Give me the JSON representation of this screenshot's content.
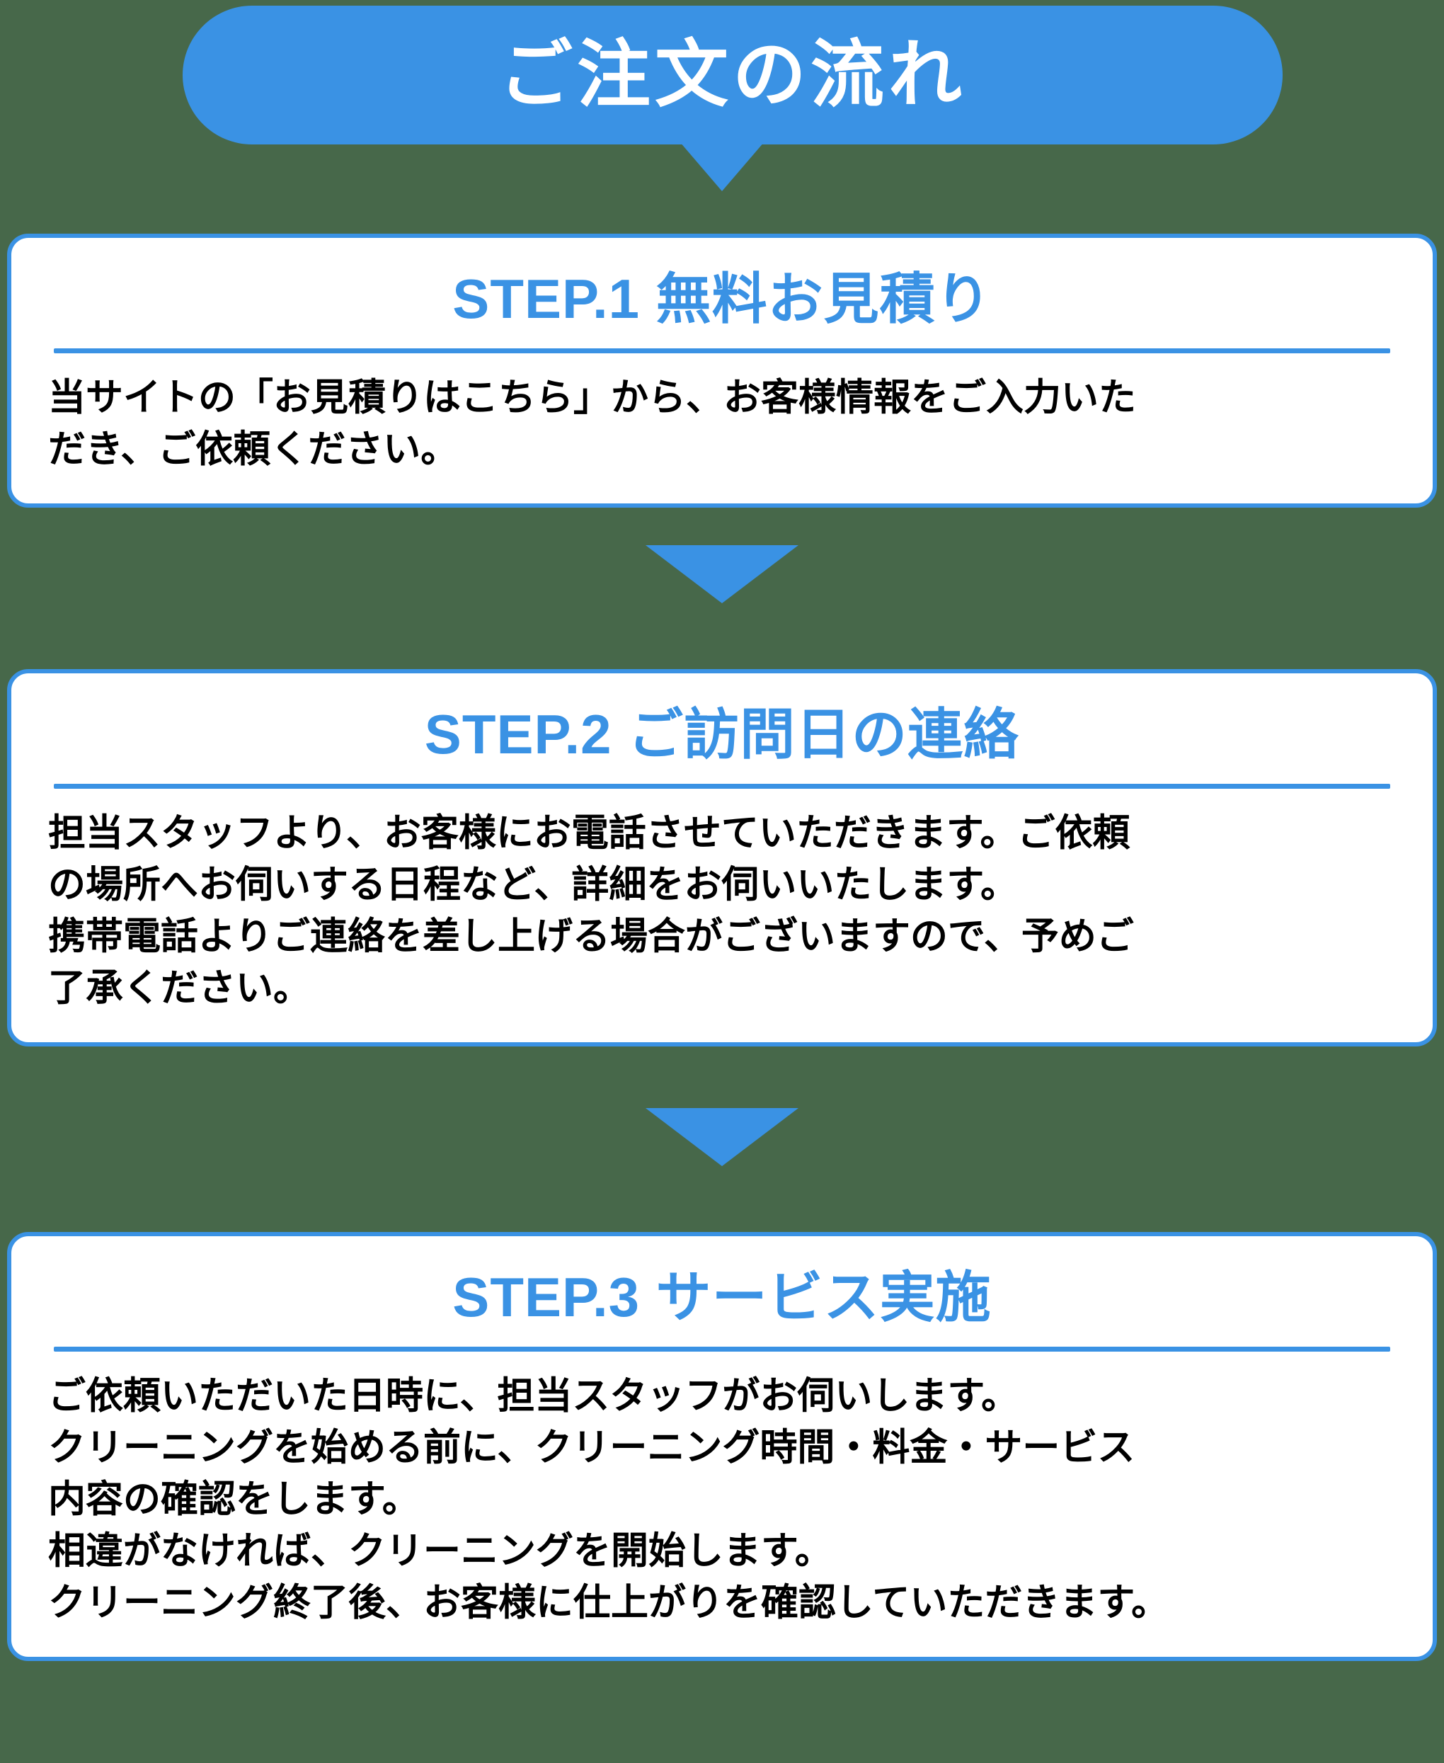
{
  "theme": {
    "background": "#47684a",
    "accent": "#3a92e4",
    "card_background": "#ffffff",
    "body_text": "#000000",
    "banner_text": "#ffffff"
  },
  "banner": {
    "title": "ご注文の流れ"
  },
  "steps": [
    {
      "title": "STEP.1  無料お見積り",
      "lines": [
        "当サイトの「お見積りはこちら」から、お客様情報をご入力いた",
        "だき、ご依頼ください。"
      ]
    },
    {
      "title": "STEP.2 ご訪問日の連絡",
      "lines": [
        "担当スタッフより、お客様にお電話させていただきます。ご依頼",
        "の場所へお伺いする日程など、詳細をお伺いいたします。",
        "携帯電話よりご連絡を差し上げる場合がございますので、予めご",
        "了承ください。"
      ]
    },
    {
      "title": "STEP.3 サービス実施",
      "lines": [
        "ご依頼いただいた日時に、担当スタッフがお伺いします。",
        "クリーニングを始める前に、クリーニング時間・料金・サービス",
        "内容の確認をします。",
        "相違がなければ、クリーニングを開始します。",
        "クリーニング終了後、お客様に仕上がりを確認していただきます。"
      ]
    }
  ]
}
